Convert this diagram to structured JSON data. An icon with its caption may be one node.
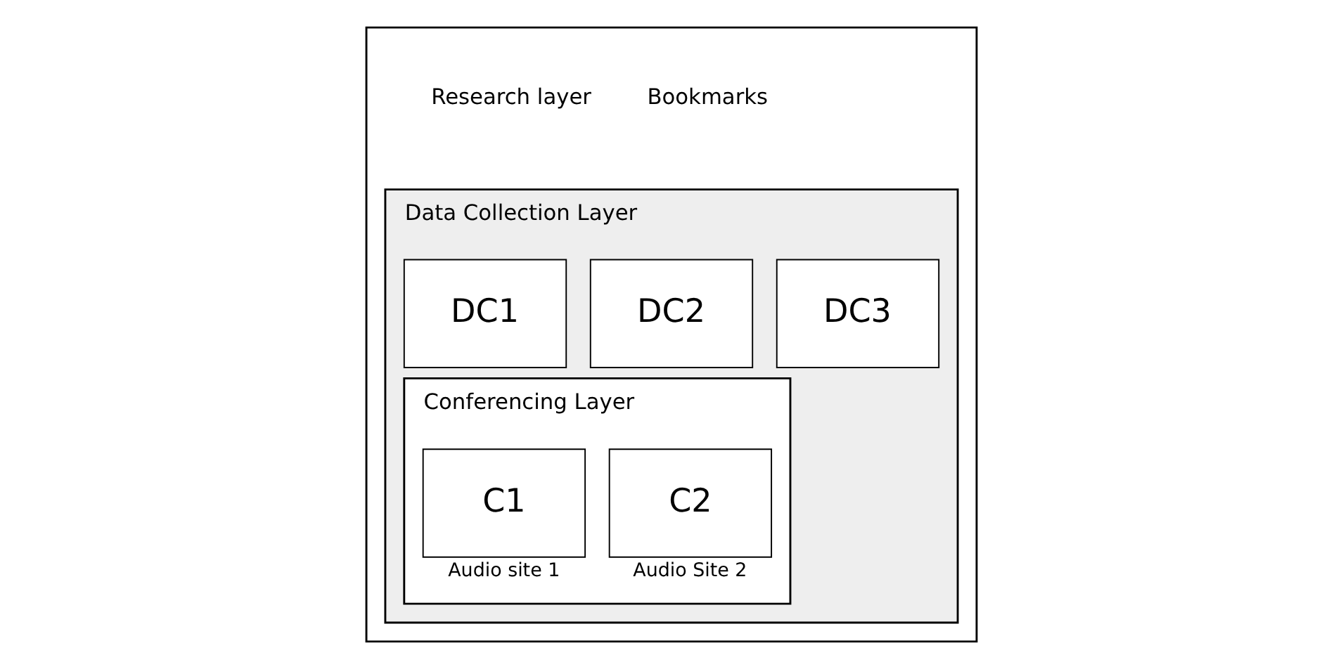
{
  "diagram": {
    "nodes": [
      {
        "text": [
          "Research layer",
          "Bookmarks"
        ]
      },
      {
        "text": [
          "Data Collection Layer"
        ],
        "in": 0
      },
      {
        "text": [
          "DC1"
        ],
        "in": 1
      },
      {
        "text": [
          "DC2"
        ],
        "in": 1
      },
      {
        "text": [
          "DC3"
        ],
        "in": 1
      },
      {
        "text": [
          "Conferencing Layer"
        ],
        "in": 1
      },
      {
        "text": [
          "C1"
        ],
        "in": 5,
        "beside": [
          "Audio site 1"
        ]
      },
      {
        "text": [
          "C2"
        ],
        "in": 5,
        "beside": [
          "Audio Site 2"
        ]
      }
    ]
  }
}
